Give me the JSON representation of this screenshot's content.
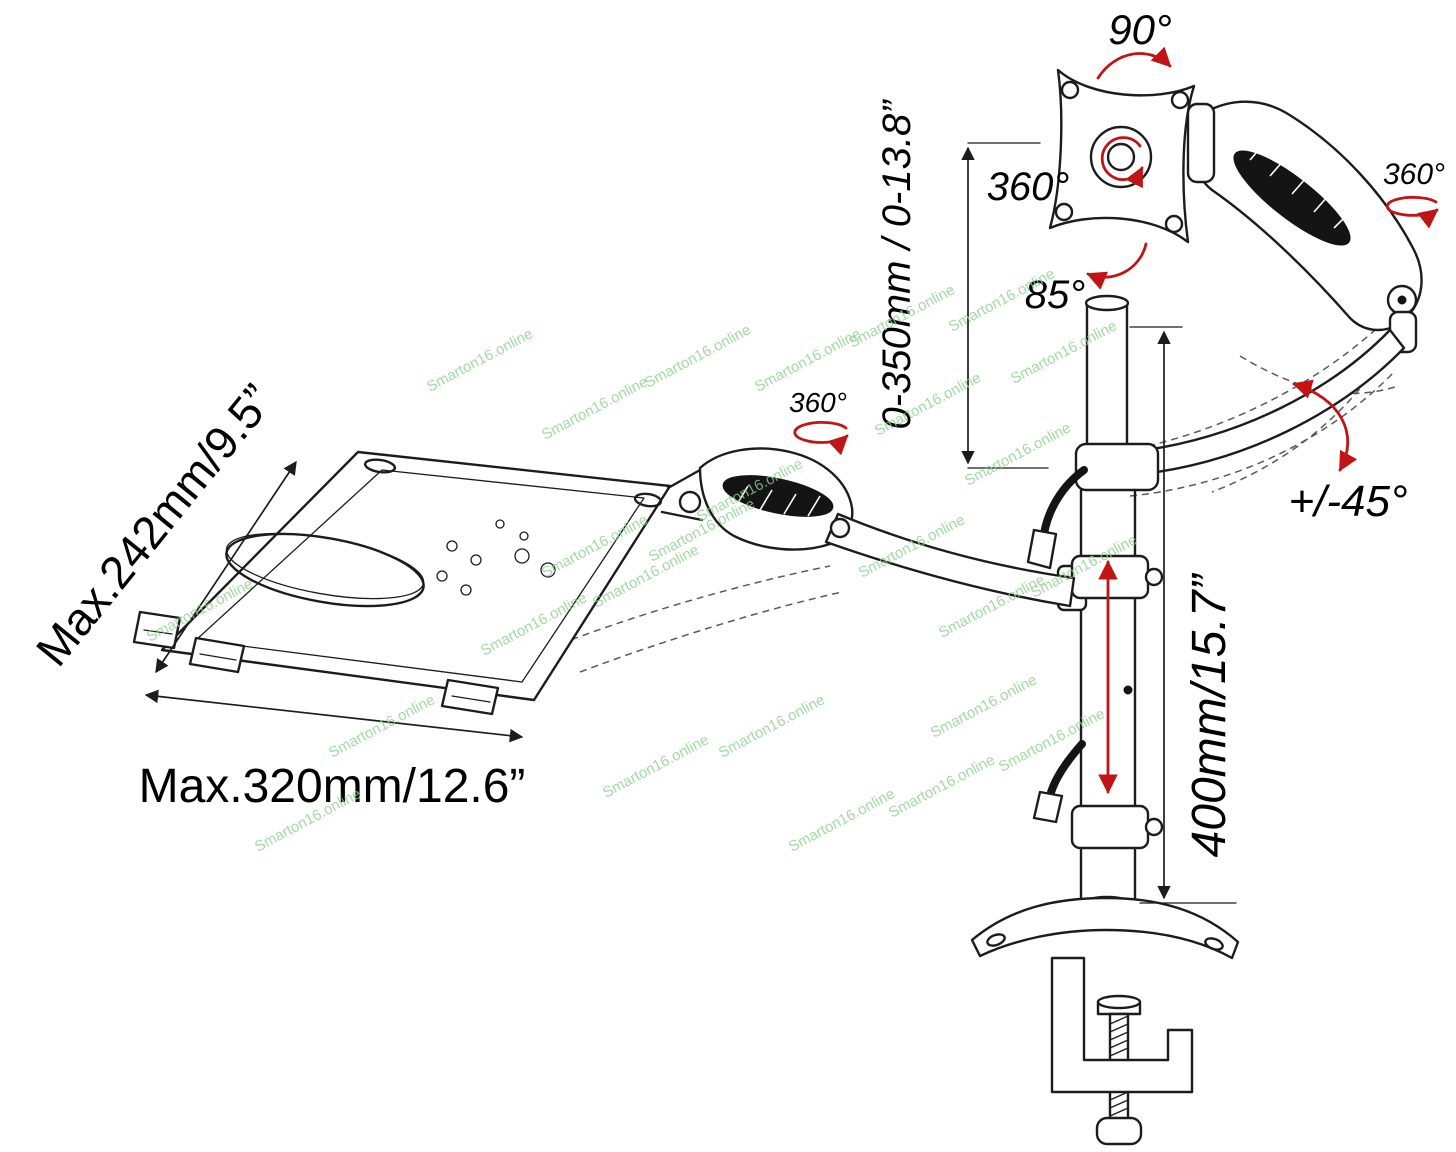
{
  "diagram": {
    "annotations": {
      "rot_90": "90°",
      "rot_360_plate": "360°",
      "rot_85": "85°",
      "rot_360_right": "360°",
      "tilt_45": "+/-45°",
      "rot_360_tray_arm": "360°",
      "height_range": "0-350mm / 0-13.8”",
      "pole_height": "400mm/15.7”",
      "tray_depth": "Max.242mm/9.5”",
      "tray_width": "Max.320mm/12.6”"
    }
  },
  "watermark": {
    "text": "Smarton16.online"
  },
  "colors": {
    "line": "#1c1c1c",
    "accent_red": "#c11414",
    "watermark": "#8ccf8c",
    "background": "#ffffff"
  }
}
